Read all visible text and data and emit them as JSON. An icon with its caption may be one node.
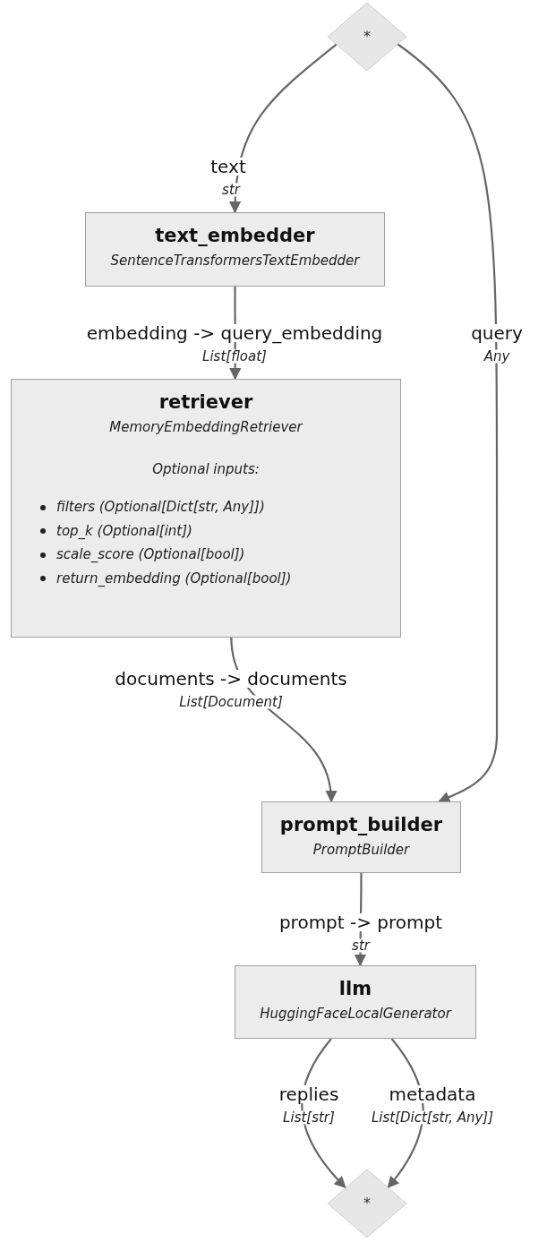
{
  "diagram": {
    "nodes": [
      {
        "text": [
          "*"
        ]
      },
      {
        "text": [
          "text_embedder",
          "SentenceTransformersTextEmbedder"
        ]
      },
      {
        "text": [
          "retriever",
          "MemoryEmbeddingRetriever",
          "Optional inputs:",
          "filters (Optional[Dict[str, Any]])",
          "top_k (Optional[int])",
          "scale_score (Optional[bool])",
          "return_embedding (Optional[bool])"
        ]
      },
      {
        "text": [
          "prompt_builder",
          "PromptBuilder"
        ]
      },
      {
        "text": [
          "llm",
          "HuggingFaceLocalGenerator"
        ]
      },
      {
        "text": [
          "*"
        ]
      }
    ],
    "edges": [
      {
        "from": 0,
        "to": 1,
        "arrow": "to",
        "label": "text"
      },
      {
        "from": 0,
        "to": 3,
        "arrow": "to",
        "label": "query"
      },
      {
        "from": 1,
        "to": 2,
        "arrow": "to",
        "label": "embedding -> query_embedding"
      },
      {
        "from": 2,
        "to": 3,
        "arrow": "to",
        "label": "documents -> documents"
      },
      {
        "from": 3,
        "to": 4,
        "arrow": "to",
        "label": "prompt -> prompt"
      },
      {
        "from": 4,
        "to": 5,
        "arrow": "to",
        "label": "replies"
      },
      {
        "from": 4,
        "to": 5,
        "arrow": "to",
        "label": "metadata"
      }
    ],
    "labels": [
      "str",
      "List[float]",
      "Any",
      "List[Document]",
      "str",
      "List[str]",
      "List[Dict[str, Any]]"
    ]
  }
}
